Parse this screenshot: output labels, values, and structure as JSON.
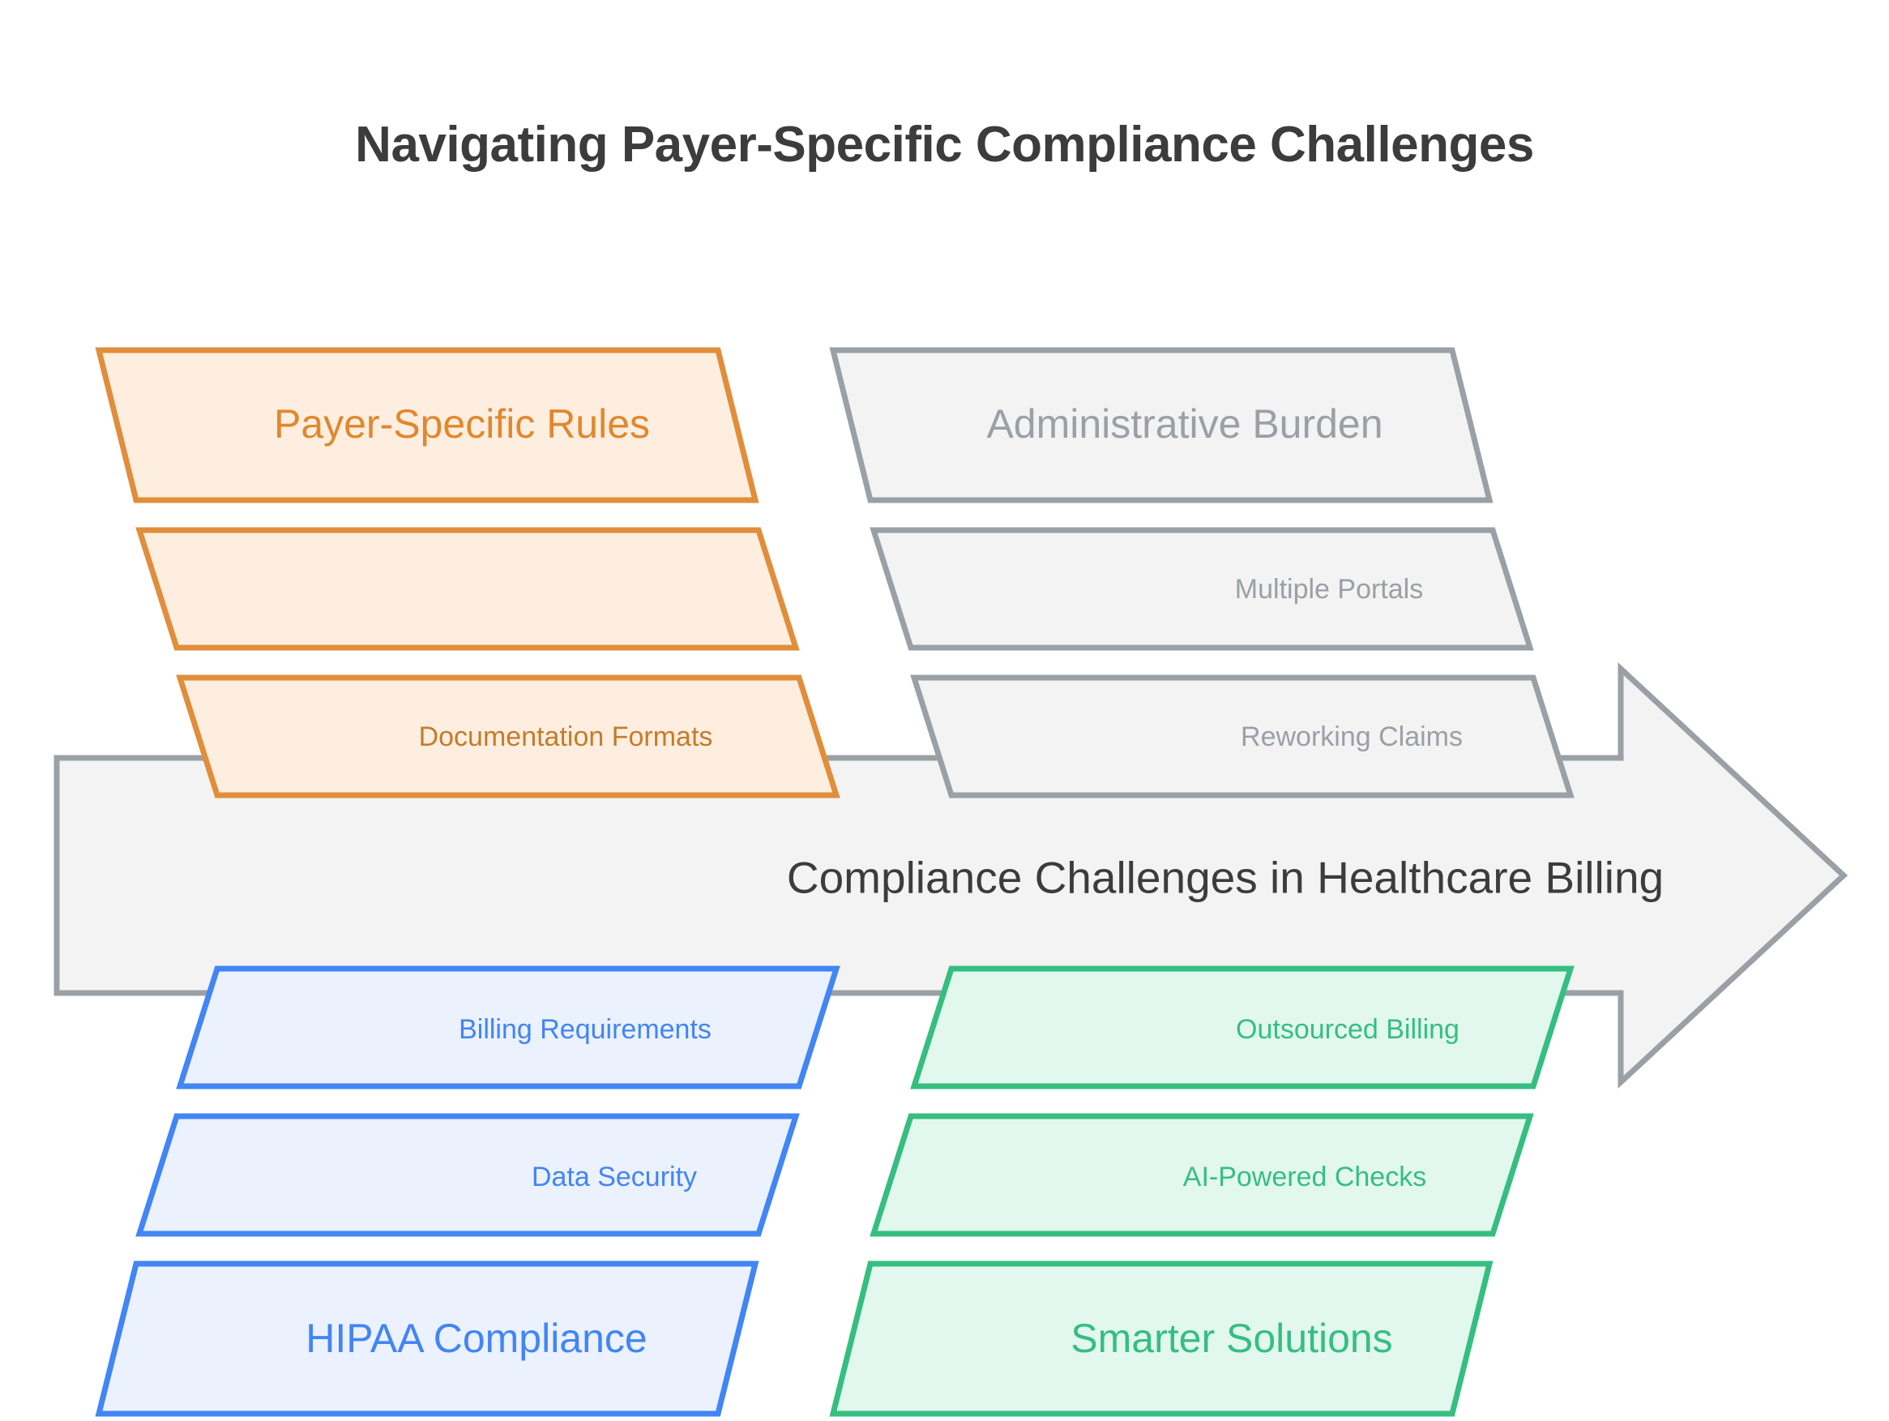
{
  "title": "Navigating Payer-Specific Compliance Challenges",
  "center_arrow": {
    "label": "Compliance Challenges in Healthcare Billing",
    "fill": "#F3F3F3",
    "stroke": "#9AA0A6",
    "text_color": "#3c3c3c"
  },
  "groups": {
    "challenges_orange": {
      "fill": "#FDEEE0",
      "stroke": "#E08E3C",
      "text_color": "#E0882E",
      "items": [
        {
          "label": "Payer-Specific Rules",
          "size": "large"
        },
        {
          "label": "",
          "size": "small"
        },
        {
          "label": "Documentation Formats",
          "size": "small"
        }
      ]
    },
    "challenges_gray": {
      "fill": "#F3F3F3",
      "stroke": "#9AA0A6",
      "text_color": "#9AA0A6",
      "items": [
        {
          "label": "Administrative Burden",
          "size": "large"
        },
        {
          "label": "Multiple Portals",
          "size": "small"
        },
        {
          "label": "Reworking Claims",
          "size": "small"
        }
      ]
    },
    "solutions_blue": {
      "fill": "#EBF1FD",
      "stroke": "#4285F4",
      "text_color": "#4285F4",
      "items": [
        {
          "label": "Billing Requirements",
          "size": "small"
        },
        {
          "label": "Data Security",
          "size": "small"
        },
        {
          "label": "HIPAA Compliance",
          "size": "large"
        }
      ]
    },
    "solutions_green": {
      "fill": "#E2F8EE",
      "stroke": "#36BE81",
      "text_color": "#36BE81",
      "items": [
        {
          "label": "Outsourced Billing",
          "size": "small"
        },
        {
          "label": "AI-Powered Checks",
          "size": "small"
        },
        {
          "label": "Smarter Solutions",
          "size": "large"
        }
      ]
    }
  },
  "font_sizes": {
    "large": 50,
    "small": 34
  },
  "background": "#ffffff"
}
